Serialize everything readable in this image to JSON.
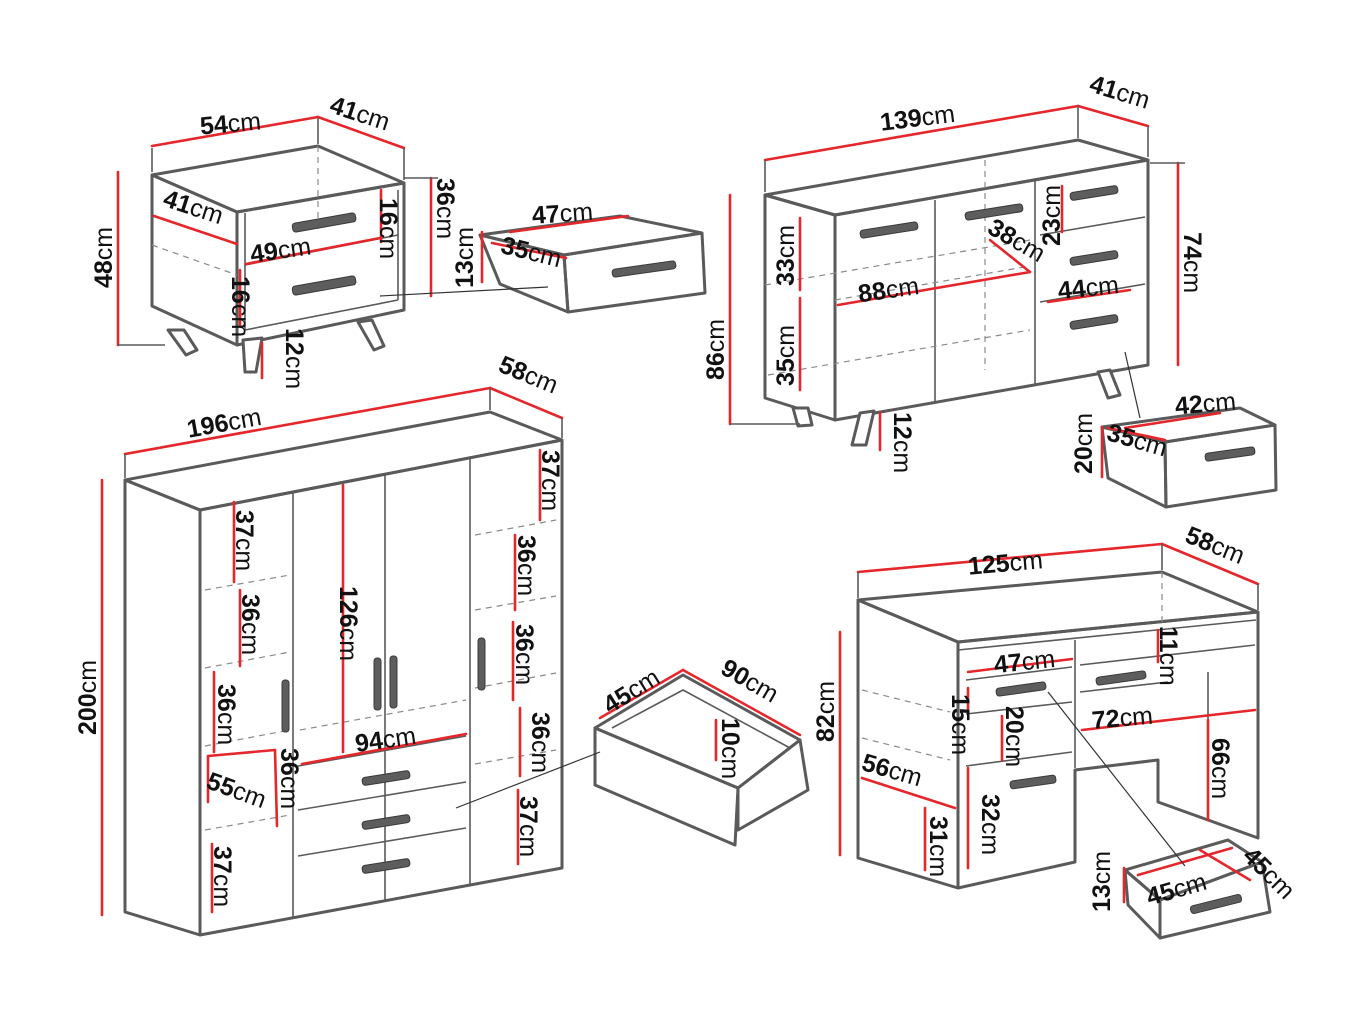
{
  "nightstand": {
    "width": {
      "value": "54",
      "unit": "cm"
    },
    "depth": {
      "value": "41",
      "unit": "cm"
    },
    "height": {
      "value": "48",
      "unit": "cm"
    },
    "inner_depth": {
      "value": "41",
      "unit": "cm"
    },
    "inner_width": {
      "value": "49",
      "unit": "cm"
    },
    "drawer_front_height": {
      "value": "16",
      "unit": "cm"
    },
    "niche_height": {
      "value": "16",
      "unit": "cm"
    },
    "body_height": {
      "value": "36",
      "unit": "cm"
    },
    "leg_height": {
      "value": "12",
      "unit": "cm"
    },
    "drawer": {
      "width": {
        "value": "47",
        "unit": "cm"
      },
      "depth": {
        "value": "35",
        "unit": "cm"
      },
      "height": {
        "value": "13",
        "unit": "cm"
      }
    }
  },
  "sideboard": {
    "width": {
      "value": "139",
      "unit": "cm"
    },
    "depth": {
      "value": "41",
      "unit": "cm"
    },
    "total_height": {
      "value": "86",
      "unit": "cm"
    },
    "body_height": {
      "value": "74",
      "unit": "cm"
    },
    "upper_compartment": {
      "value": "33",
      "unit": "cm"
    },
    "lower_compartment": {
      "value": "35",
      "unit": "cm"
    },
    "inner_width": {
      "value": "88",
      "unit": "cm"
    },
    "inner_depth": {
      "value": "38",
      "unit": "cm"
    },
    "drawer_front_height": {
      "value": "23",
      "unit": "cm"
    },
    "drawer_inner_width": {
      "value": "44",
      "unit": "cm"
    },
    "leg_height": {
      "value": "12",
      "unit": "cm"
    },
    "drawer": {
      "width": {
        "value": "42",
        "unit": "cm"
      },
      "depth": {
        "value": "35",
        "unit": "cm"
      },
      "height": {
        "value": "20",
        "unit": "cm"
      }
    }
  },
  "wardrobe": {
    "width": {
      "value": "196",
      "unit": "cm"
    },
    "depth": {
      "value": "58",
      "unit": "cm"
    },
    "height": {
      "value": "200",
      "unit": "cm"
    },
    "hanging_height": {
      "value": "126",
      "unit": "cm"
    },
    "hanging_width": {
      "value": "94",
      "unit": "cm"
    },
    "left_shelves": [
      {
        "value": "37",
        "unit": "cm"
      },
      {
        "value": "36",
        "unit": "cm"
      },
      {
        "value": "36",
        "unit": "cm"
      },
      {
        "value": "36",
        "unit": "cm"
      },
      {
        "value": "37",
        "unit": "cm"
      }
    ],
    "left_shelf_depth": {
      "value": "55",
      "unit": "cm"
    },
    "right_shelves": [
      {
        "value": "37",
        "unit": "cm"
      },
      {
        "value": "36",
        "unit": "cm"
      },
      {
        "value": "36",
        "unit": "cm"
      },
      {
        "value": "36",
        "unit": "cm"
      },
      {
        "value": "37",
        "unit": "cm"
      }
    ],
    "drawer": {
      "depth": {
        "value": "45",
        "unit": "cm"
      },
      "width": {
        "value": "90",
        "unit": "cm"
      },
      "height": {
        "value": "10",
        "unit": "cm"
      }
    }
  },
  "desk": {
    "width": {
      "value": "125",
      "unit": "cm"
    },
    "depth": {
      "value": "58",
      "unit": "cm"
    },
    "height": {
      "value": "82",
      "unit": "cm"
    },
    "drawer_opening_width": {
      "value": "47",
      "unit": "cm"
    },
    "top_shelf_height": {
      "value": "11",
      "unit": "cm"
    },
    "drawer_front_height": {
      "value": "15",
      "unit": "cm"
    },
    "open_compartment_height": {
      "value": "20",
      "unit": "cm"
    },
    "knee_width": {
      "value": "72",
      "unit": "cm"
    },
    "knee_height": {
      "value": "66",
      "unit": "cm"
    },
    "side_shelf_depth": {
      "value": "56",
      "unit": "cm"
    },
    "lower_shelf_height": {
      "value": "31",
      "unit": "cm"
    },
    "cabinet_height": {
      "value": "32",
      "unit": "cm"
    },
    "drawer": {
      "width": {
        "value": "45",
        "unit": "cm"
      },
      "depth": {
        "value": "45",
        "unit": "cm"
      },
      "height": {
        "value": "13",
        "unit": "cm"
      }
    }
  }
}
